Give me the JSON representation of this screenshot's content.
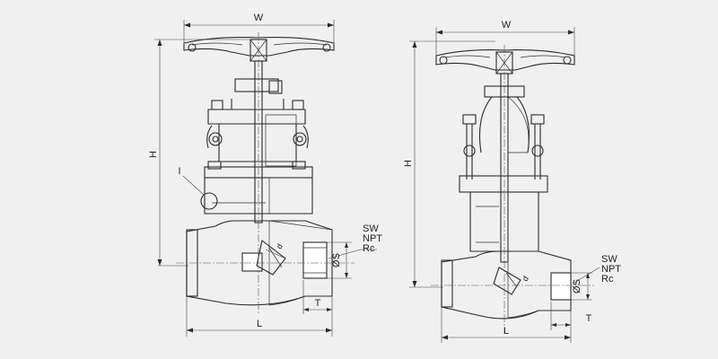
{
  "left_view": {
    "width_label": "W",
    "height_label": "H",
    "detail_label": "I",
    "length_label": "L",
    "thread_label": "T",
    "dia_label": "ØS",
    "bore_label": "d",
    "conn_labels": [
      "SW",
      "NPT",
      "Rc"
    ]
  },
  "right_view": {
    "width_label": "W",
    "height_label": "H",
    "length_label": "L",
    "thread_label": "T",
    "dia_label": "ØS",
    "bore_label": "d",
    "conn_labels": [
      "SW",
      "NPT",
      "Rc"
    ]
  },
  "colors": {
    "background": "#f0f0f0",
    "line": "#2a2a2a"
  }
}
